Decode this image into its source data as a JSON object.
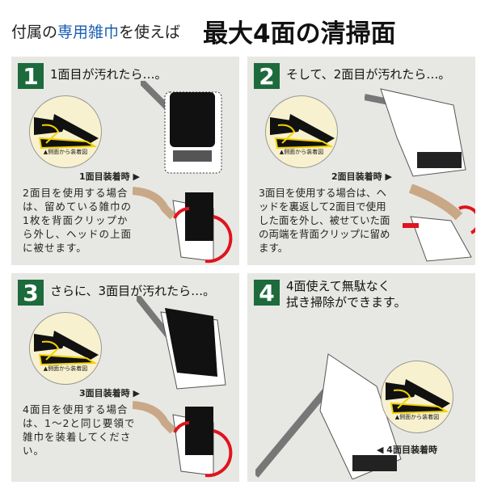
{
  "header": {
    "sub_prefix": "付属の",
    "sub_highlight": "専用雑巾",
    "sub_suffix": "を使えば",
    "main": "最大4面の清掃面"
  },
  "colors": {
    "accent_green": "#1d6a3c",
    "highlight_blue": "#1a5fb4",
    "arrow_red": "#e0141e",
    "panel_bg": "#e7e8e3"
  },
  "panels": [
    {
      "num": "1",
      "title": "1面目が汚れたら…。",
      "circle_caption": "▲側面から装着図",
      "mount_label": "1面目装着時 ▶",
      "desc": "2面目を使用する場合は、留めている雑巾の1枚を背面クリップから外し、ヘッドの上面に被せます。"
    },
    {
      "num": "2",
      "title": "そして、2面目が汚れたら…。",
      "circle_caption": "▲側面から装着図",
      "mount_label": "2面目装着時 ▶",
      "desc": "3面目を使用する場合は、ヘッドを裏返して2面目で使用した面を外し、被せていた面の両端を背面クリップに留めます。"
    },
    {
      "num": "3",
      "title": "さらに、3面目が汚れたら…。",
      "circle_caption": "▲側面から装着図",
      "mount_label": "3面目装着時 ▶",
      "desc": "4面目を使用する場合は、1～2と同じ要領で雑巾を装着してください。"
    },
    {
      "num": "4",
      "title_line1": "4面使えて無駄なく",
      "title_line2": "拭き掃除ができます。",
      "circle_caption": "▲側面から装着図",
      "mount_label": "◀ 4面目装着時"
    }
  ]
}
